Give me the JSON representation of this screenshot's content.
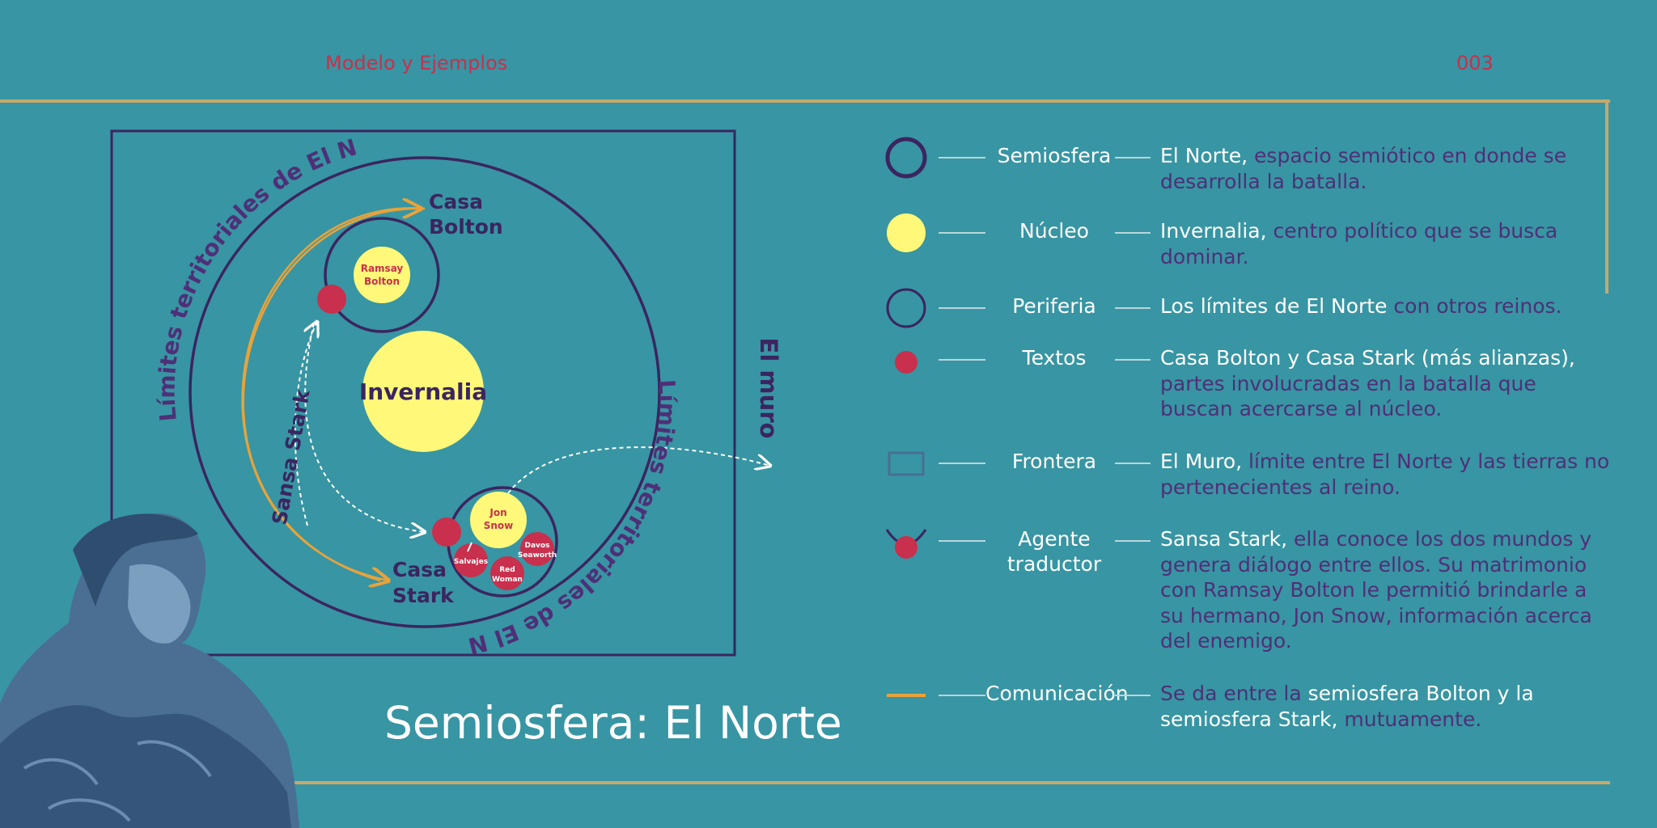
{
  "header": {
    "section": "Modelo y Ejemplos",
    "page_number": "003"
  },
  "diagram": {
    "title": "Semiosfera: El Norte",
    "center": "Invernalia",
    "left_boundary": "Límites territoriales de El Norte",
    "right_boundary": "Límites territoriales de El Norte",
    "wall": "El muro",
    "bolton": {
      "line1": "Casa",
      "line2": "Bolton",
      "core_line1": "Ramsay",
      "core_line2": "Bolton"
    },
    "stark": {
      "line1": "Casa",
      "line2": "Stark",
      "core_line1": "Jon",
      "core_line2": "Snow",
      "allies": {
        "salvajes": "Salvajes",
        "red1": "Red",
        "red2": "Woman",
        "davos1": "Davos",
        "davos2": "Seaworth"
      }
    },
    "agent": "Sansa Stark"
  },
  "legend": [
    {
      "term": "Semiosfera",
      "desc": [
        {
          "t": "El Norte,",
          "w": true
        },
        {
          "t": " espacio semiótico en donde se desarrolla la batalla.",
          "w": false
        }
      ]
    },
    {
      "term": "Núcleo",
      "desc": [
        {
          "t": "Invernalia,",
          "w": true
        },
        {
          "t": " centro político que se busca dominar.",
          "w": false
        }
      ]
    },
    {
      "term": "Periferia",
      "desc": [
        {
          "t": "Los límites de El Norte",
          "w": true
        },
        {
          "t": " con otros reinos.",
          "w": false
        }
      ]
    },
    {
      "term": "Textos",
      "desc": [
        {
          "t": "Casa Bolton y Casa Stark (más alianzas),",
          "w": true
        },
        {
          "t": " partes involucradas en la batalla que buscan acercarse al núcleo.",
          "w": false
        }
      ]
    },
    {
      "term": "Frontera",
      "desc": [
        {
          "t": "El Muro,",
          "w": true
        },
        {
          "t": " límite entre El Norte y las tierras no pertenecientes al reino.",
          "w": false
        }
      ]
    },
    {
      "term": "Agente traductor",
      "desc": [
        {
          "t": "Sansa Stark,",
          "w": true
        },
        {
          "t": " ella conoce los dos mundos y genera diálogo entre ellos. Su matrimonio con Ramsay Bolton le permitió brindarle a su hermano, Jon Snow, información acerca del enemigo.",
          "w": false
        }
      ]
    },
    {
      "term": "Comunicación",
      "desc": [
        {
          "t": "Se da entre la",
          "w": false
        },
        {
          "t": " semiosfera Bolton y la semiosfera Stark,",
          "w": true
        },
        {
          "t": " mutuamente.",
          "w": false
        }
      ]
    }
  ],
  "colors": {
    "background": "#3895a3",
    "purple": "#3b2560",
    "yellow": "#fff878",
    "red": "#c8304d",
    "gold": "#c9a86a",
    "orange": "#e8a33a"
  }
}
